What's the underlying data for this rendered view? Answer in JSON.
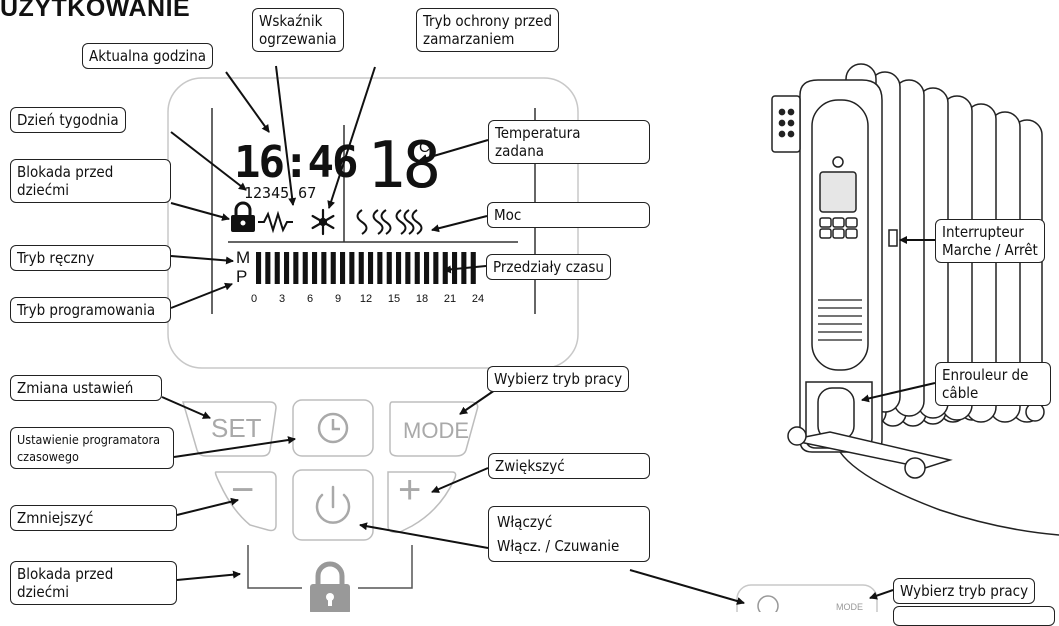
{
  "title": "UŻYTKOWANIE",
  "lcd": {
    "time": "16:46",
    "days": "12345 67",
    "temperature": "18",
    "unit": "°C",
    "mode_m": "M",
    "mode_p": "P",
    "hour_ticks": [
      "0",
      "3",
      "6",
      "9",
      "12",
      "15",
      "18",
      "21",
      "24"
    ]
  },
  "buttons": {
    "set": "SET",
    "mode": "MODE",
    "minus": "−",
    "plus": "+"
  },
  "callouts": {
    "aktualna_godzina": "Aktualna godzina",
    "wskaznik_l1": "Wskaźnik",
    "wskaznik_l2": "ogrzewania",
    "tryb_ochrony_l1": "Tryb ochrony przed",
    "tryb_ochrony_l2": "zamarzaniem",
    "dzien_tygodnia": "Dzień tygodnia",
    "temp_zadana_l1": "Temperatura",
    "temp_zadana_l2": "zadana",
    "blokada1_l1": "Blokada przed",
    "blokada1_l2": "dziećmi",
    "moc": "Moc",
    "tryb_reczny": "Tryb ręczny",
    "przedzialy": "Przedziały czasu",
    "tryb_programowania": "Tryb programowania",
    "zmiana_ustawien": "Zmiana ustawień",
    "wybierz_tryb": "Wybierz tryb pracy",
    "programator_l1": "Ustawienie programatora",
    "programator_l2": "czasowego",
    "zwiekszyc": "Zwiększyć",
    "zmniejszyc": "Zmniejszyć",
    "wlaczyc_l1": "Włączyć",
    "wlaczyc_l2": "Włącz. / Czuwanie",
    "blokada2_l1": "Blokada przed",
    "blokada2_l2": "dziećmi",
    "interrupteur_l1": "Interrupteur",
    "interrupteur_l2": "Marche / Arrêt",
    "enrouleur_l1": "Enrouleur de",
    "enrouleur_l2": "câble",
    "wybierz_tryb2": "Wybierz tryb pracy",
    "mini_mode": "MODE"
  }
}
